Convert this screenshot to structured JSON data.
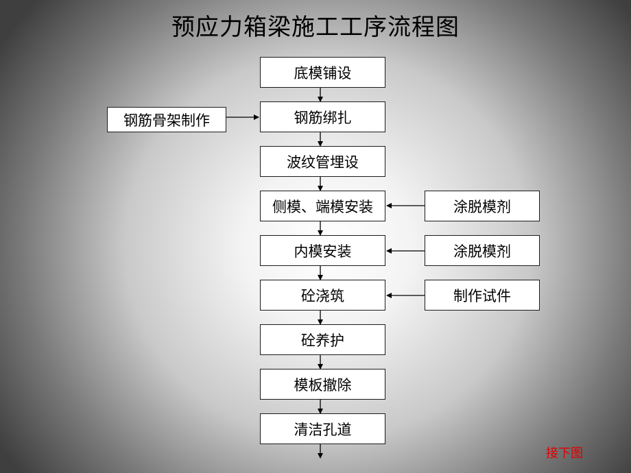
{
  "title": "预应力箱梁施工工序流程图",
  "main_steps": [
    "底模铺设",
    "钢筋绑扎",
    "波纹管埋设",
    "侧模、端模安装",
    "内模安装",
    "砼浇筑",
    "砼养护",
    "模板撤除",
    "清洁孔道"
  ],
  "side_left": [
    "钢筋骨架制作"
  ],
  "side_right": [
    "涂脱模剂",
    "涂脱模剂",
    "制作试件"
  ],
  "next_link": "接下图"
}
